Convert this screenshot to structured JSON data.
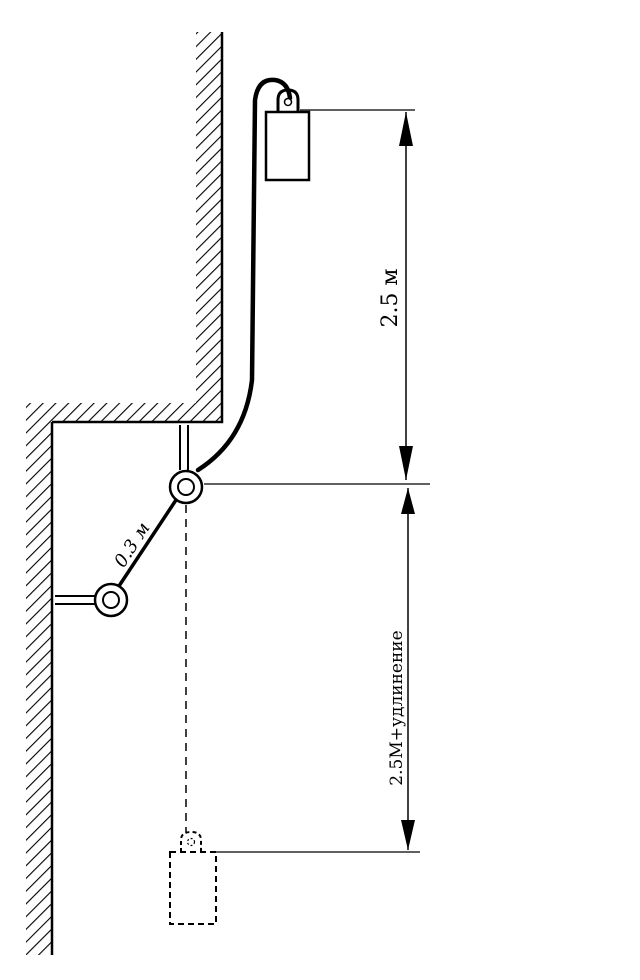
{
  "labels": {
    "top_distance": "2.5 м",
    "bottom_distance": "2.5М+удлинение",
    "rope_segment": "0.3 м"
  },
  "colors": {
    "ink": "#000000",
    "background": "#ffffff"
  }
}
